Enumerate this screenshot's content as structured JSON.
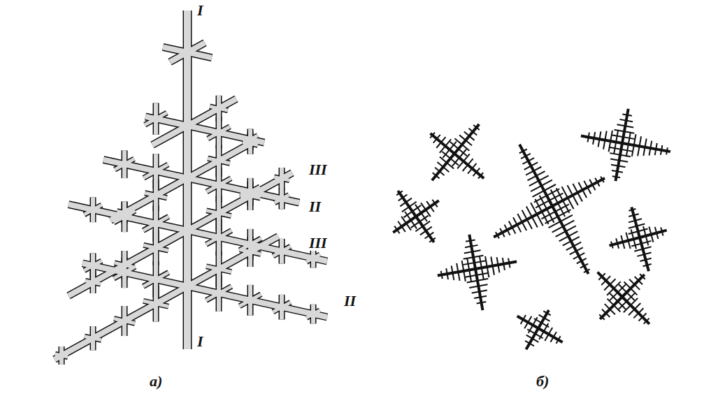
{
  "diagram": {
    "labels": [
      "I",
      "III",
      "II",
      "III",
      "II",
      "I",
      "а)",
      "б)"
    ]
  }
}
